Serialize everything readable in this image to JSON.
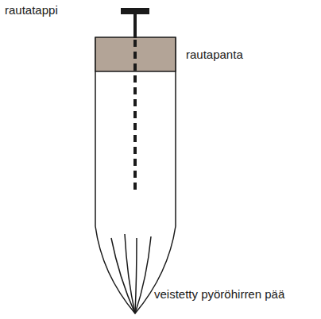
{
  "diagram": {
    "labels": [
      "rautatappi",
      "rautapanta",
      "veistetty pyöröhirren pää"
    ]
  }
}
